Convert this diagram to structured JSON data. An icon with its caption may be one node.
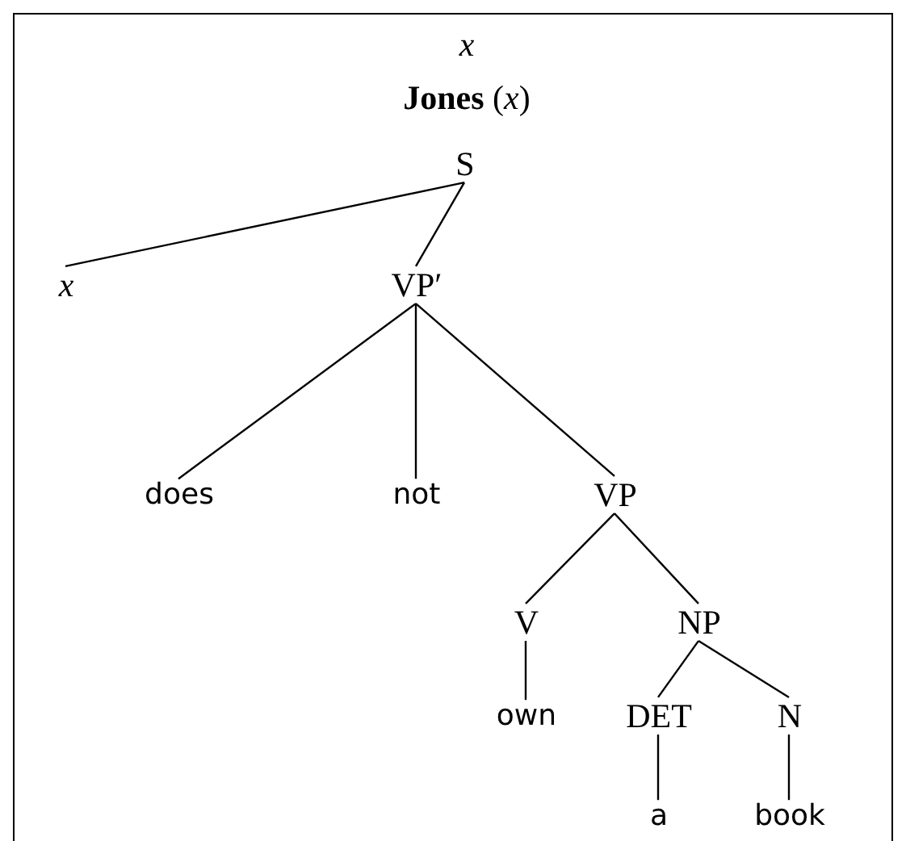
{
  "diagram": {
    "nodes": [
      {
        "text": [
          "x",
          "**Jones** (*x*)"
        ]
      },
      {
        "text": [
          "S"
        ],
        "in": 0
      },
      {
        "text": [
          "x"
        ],
        "in": 0
      },
      {
        "text": [
          "VP′"
        ],
        "in": 0
      },
      {
        "text": [
          "does"
        ],
        "in": 0
      },
      {
        "text": [
          "not"
        ],
        "in": 0
      },
      {
        "text": [
          "VP"
        ],
        "in": 0
      },
      {
        "text": [
          "V"
        ],
        "in": 0
      },
      {
        "text": [
          "NP"
        ],
        "in": 0
      },
      {
        "text": [
          "own"
        ],
        "in": 0
      },
      {
        "text": [
          "DET"
        ],
        "in": 0
      },
      {
        "text": [
          "N"
        ],
        "in": 0
      },
      {
        "text": [
          "a"
        ],
        "in": 0
      },
      {
        "text": [
          "book"
        ],
        "in": 0
      }
    ],
    "edges": [
      {
        "from": 1,
        "to": 2,
        "arrow": "none"
      },
      {
        "from": 1,
        "to": 3,
        "arrow": "none"
      },
      {
        "from": 3,
        "to": 4,
        "arrow": "none"
      },
      {
        "from": 3,
        "to": 5,
        "arrow": "none"
      },
      {
        "from": 3,
        "to": 6,
        "arrow": "none"
      },
      {
        "from": 6,
        "to": 7,
        "arrow": "none"
      },
      {
        "from": 6,
        "to": 8,
        "arrow": "none"
      },
      {
        "from": 7,
        "to": 9,
        "arrow": "none"
      },
      {
        "from": 8,
        "to": 10,
        "arrow": "none"
      },
      {
        "from": 8,
        "to": 11,
        "arrow": "none"
      },
      {
        "from": 10,
        "to": 12,
        "arrow": "none"
      },
      {
        "from": 11,
        "to": 13,
        "arrow": "none"
      }
    ]
  }
}
